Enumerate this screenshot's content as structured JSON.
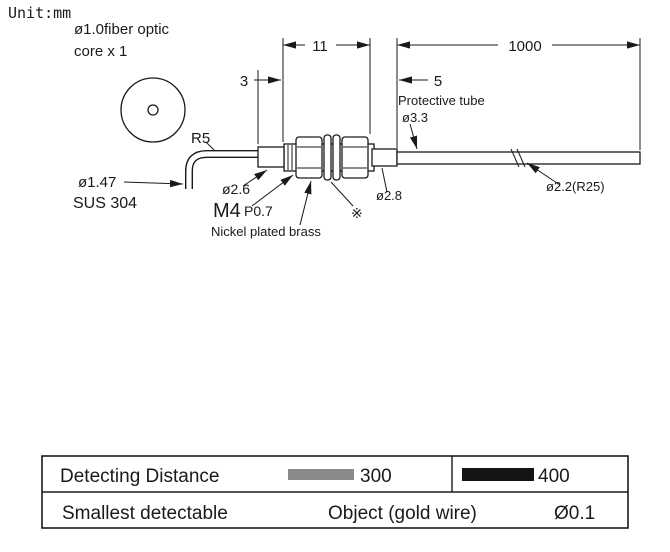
{
  "unit": "Unit:mm",
  "labels": {
    "fiber_line1": "ø1.0fiber optic",
    "fiber_line2": "core x 1",
    "r5": "R5",
    "dia_147": "ø1.47",
    "sus": "SUS 304",
    "dia_26": "ø2.6",
    "m4": "M4",
    "p07": "P0.7",
    "nickel": "Nickel plated brass",
    "star": "※",
    "dia_28": "ø2.8",
    "protective_tube": "Protective  tube",
    "dia_33": "ø3.3",
    "dia_22": "ø2.2(R25)"
  },
  "dimensions": {
    "d3": "3",
    "d11": "11",
    "d5": "5",
    "d1000": "1000"
  },
  "colors": {
    "line": "#1a1a1a",
    "gray_bar": "#8a8a8a",
    "black_bar": "#141414"
  },
  "table": {
    "row1": {
      "label": "Detecting  Distance",
      "gray_value": "300",
      "black_value": "400"
    },
    "row2": {
      "label": "Smallest  detectable",
      "object": "Object (gold  wire)",
      "value": "Ø0.1"
    }
  }
}
